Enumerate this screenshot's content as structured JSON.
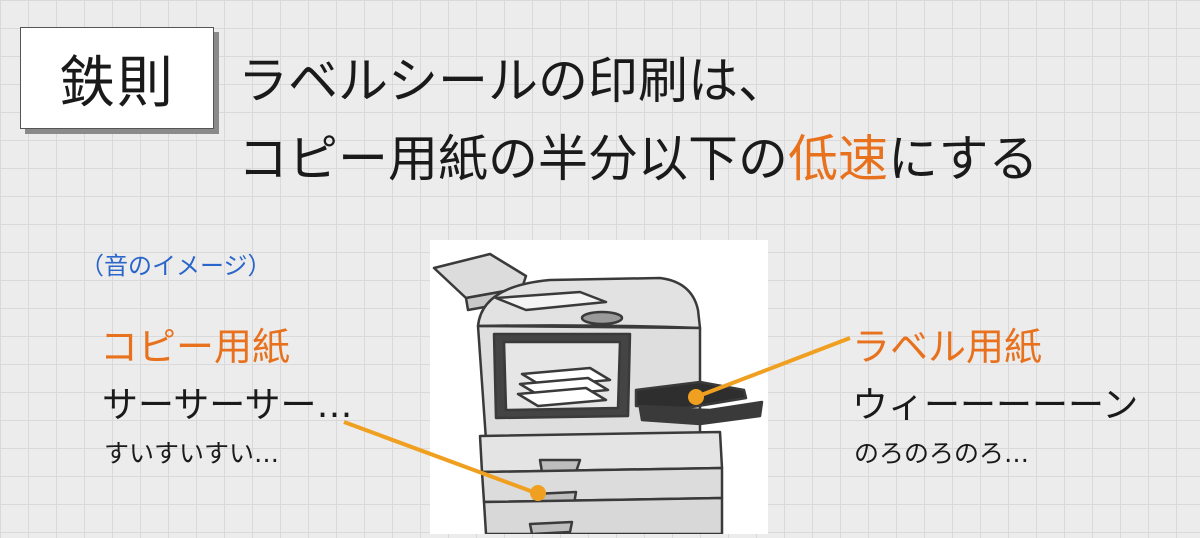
{
  "rule_label": "鉄則",
  "headline": {
    "line1": "ラベルシールの印刷は、",
    "line2_prefix": "コピー用紙の半分以下の",
    "line2_accent": "低速",
    "line2_suffix": "にする"
  },
  "sound_note": "（音のイメージ）",
  "copy_paper": {
    "label": "コピー用紙",
    "sound": "サーサーサー…",
    "feel": "すいすいすい…"
  },
  "label_paper": {
    "label": "ラベル用紙",
    "sound": "ウィーーーーーン",
    "feel": "のろのろのろ…"
  },
  "colors": {
    "accent": "#e8711d",
    "note_blue": "#2a66c9",
    "pointer_line": "#f0a020"
  },
  "illustration": "copy-machine"
}
